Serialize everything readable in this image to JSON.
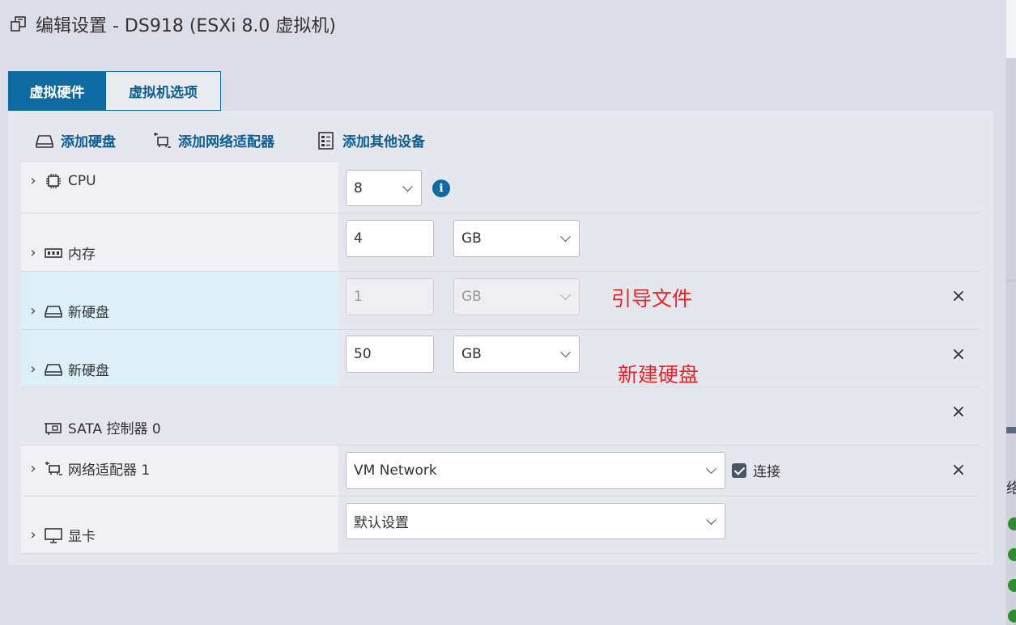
{
  "window": {
    "title": "编辑设置 - DS918 (ESXi 8.0 虚拟机)"
  },
  "tabs": [
    {
      "label": "虚拟硬件",
      "active": true
    },
    {
      "label": "虚拟机选项",
      "active": false
    }
  ],
  "toolbar": {
    "add_disk": "添加硬盘",
    "add_network": "添加网络适配器",
    "add_other": "添加其他设备"
  },
  "rows": {
    "cpu": {
      "label": "CPU",
      "value": "8"
    },
    "memory": {
      "label": "内存",
      "value": "4",
      "unit": "GB"
    },
    "disk1": {
      "label": "新硬盘",
      "value": "1",
      "unit": "GB",
      "disabled": true,
      "annotation": "引导文件"
    },
    "disk2": {
      "label": "新硬盘",
      "value": "50",
      "unit": "GB",
      "annotation": "新建硬盘"
    },
    "sata": {
      "label": "SATA 控制器 0"
    },
    "network": {
      "label": "网络适配器 1",
      "value": "VM Network",
      "connect_label": "连接",
      "connected": true
    },
    "display": {
      "label": "显卡",
      "value": "默认设置"
    }
  },
  "icons": {
    "info": "i",
    "close": "×",
    "chevron": "›"
  },
  "colors": {
    "accent": "#0e6aa1",
    "annotation": "#e4262a",
    "highlight_row": "#dcf0f8"
  },
  "right_strip": {
    "glyph": "络"
  }
}
